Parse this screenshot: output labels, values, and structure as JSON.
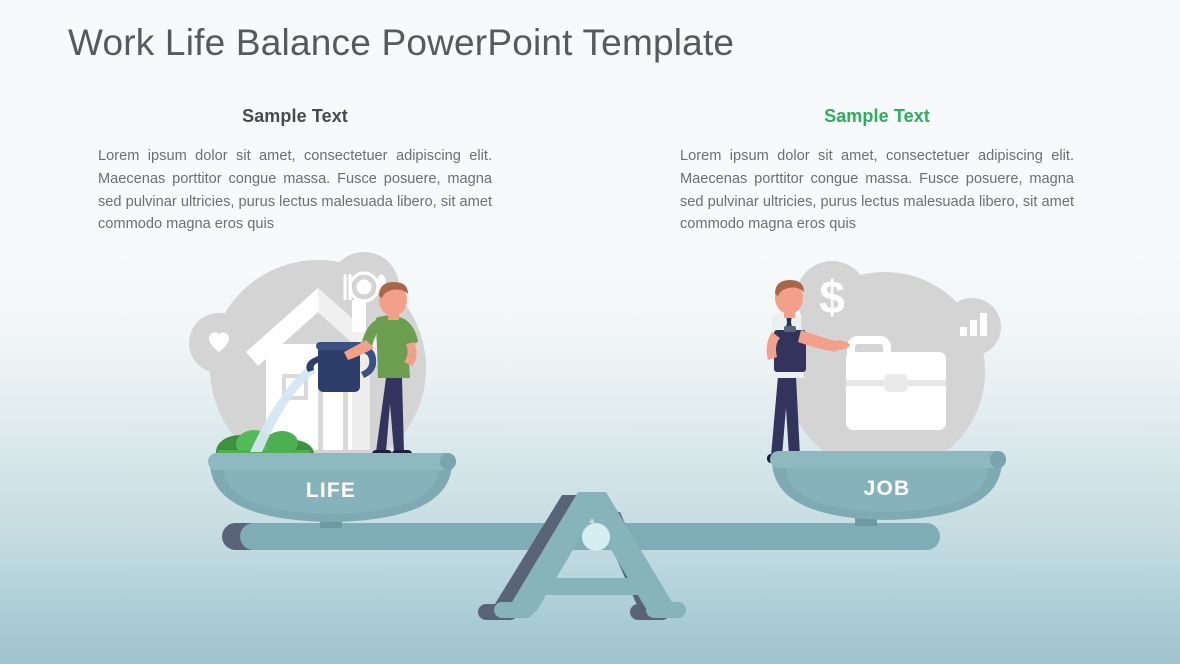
{
  "slide": {
    "title": "Work Life Balance PowerPoint Template",
    "background": {
      "top_color": "#f7f9fa",
      "bottom_color": "#a0c4cd"
    }
  },
  "columns": {
    "left": {
      "heading": "Sample Text",
      "heading_color": "#4a4a4c",
      "body": "Lorem ipsum dolor sit amet, consectetuer adipiscing elit. Maecenas porttitor congue massa. Fusce posuere, magna sed pulvinar ultricies, purus lectus malesuada libero, sit amet commodo magna eros quis"
    },
    "right": {
      "heading": "Sample Text",
      "heading_color": "#2bae5e",
      "body": "Lorem ipsum dolor sit amet, consectetuer adipiscing elit. Maecenas porttitor congue massa. Fusce posuere, magna sed pulvinar ultricies, purus lectus malesuada libero, sit amet commodo magna eros quis"
    }
  },
  "scale": {
    "left_pan_label": "LIFE",
    "right_pan_label": "JOB",
    "beam_color": "#7fadb5",
    "shadow_color": "#5a6478",
    "pan_rim_color": "#8fb9c0",
    "pan_bowl_color": "#7faab4",
    "fulcrum_color": "#86b4ba",
    "pivot_color": "#d6eef2"
  },
  "left_illustration": {
    "circle_color": "#d4d4d4",
    "badges": [
      "heart-icon",
      "plate-cutlery-icon"
    ],
    "house": "house-icon",
    "bushes_color": "#4caf50",
    "watering_can_color": "#2d3e6b",
    "water_color": "#cfe3ef",
    "person": {
      "shirt_color": "#6b9e4f",
      "pants_color": "#32345e",
      "hair_color": "#a8674a",
      "skin_color": "#f2a08a"
    }
  },
  "right_illustration": {
    "circle_color": "#d4d4d4",
    "badges": [
      "dollar-icon",
      "bar-chart-icon"
    ],
    "briefcase": "briefcase-icon",
    "person": {
      "shirt_color": "#e9f1f0",
      "tie_color": "#2f3152",
      "pants_color": "#32345e",
      "clipboard_color": "#32345e",
      "hair_color": "#a8674a",
      "skin_color": "#f2a08a"
    }
  }
}
